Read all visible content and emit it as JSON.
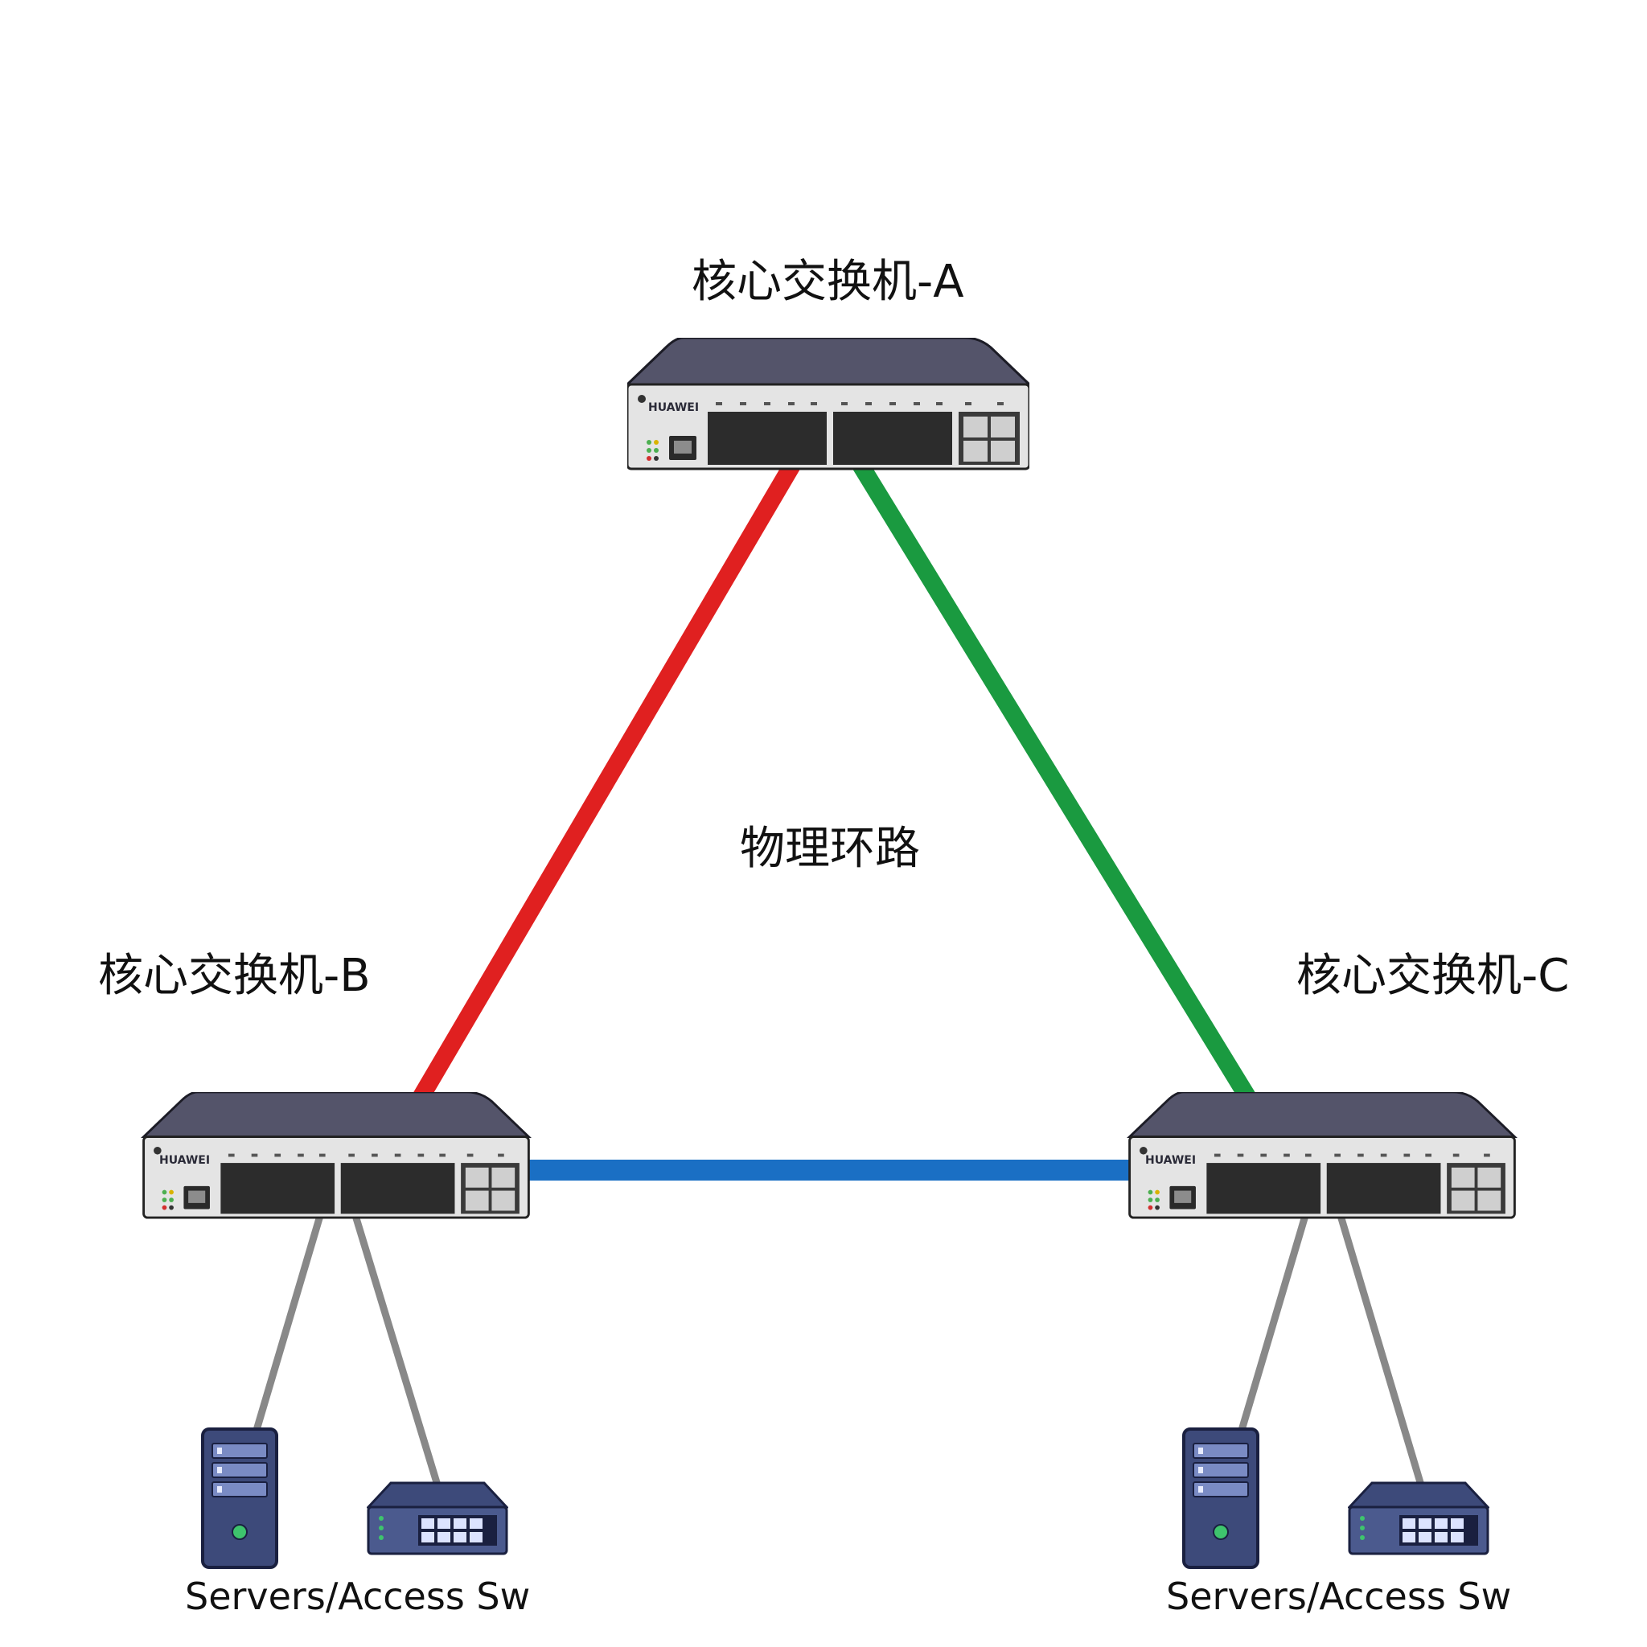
{
  "switches": {
    "a": {
      "label": "核心交换机-A",
      "brand": "HUAWEI"
    },
    "b": {
      "label": "核心交换机-B",
      "brand": "HUAWEI"
    },
    "c": {
      "label": "核心交换机-C",
      "brand": "HUAWEI"
    }
  },
  "center_label": "物理环路",
  "endpoints": {
    "left": {
      "label": "Servers/Access Sw"
    },
    "right": {
      "label": "Servers/Access Sw"
    }
  },
  "links": {
    "a_b": {
      "color": "#e02020"
    },
    "a_c": {
      "color": "#1a9a40"
    },
    "b_c": {
      "color": "#1a6fc4"
    },
    "downlink": {
      "color": "#888888"
    }
  }
}
